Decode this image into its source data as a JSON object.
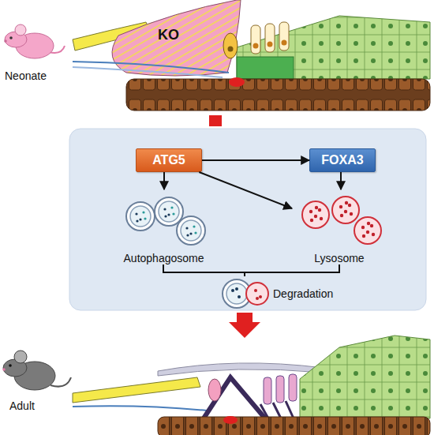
{
  "diagram": {
    "nodes": [
      {
        "text": [
          "ATG5"
        ]
      },
      {
        "text": [
          "FOXA3"
        ]
      },
      {
        "text": [
          "Autophagosome"
        ]
      },
      {
        "text": [
          "Lysosome"
        ]
      },
      {
        "text": [
          "Degradation"
        ]
      }
    ],
    "edges": [
      {
        "from": 0,
        "to": 1,
        "arrow": "to"
      },
      {
        "from": 0,
        "to": 2,
        "arrow": "to"
      },
      {
        "from": 0,
        "to": 3,
        "arrow": "to"
      },
      {
        "from": 1,
        "to": 3,
        "arrow": "to"
      },
      {
        "from": 2,
        "to": 4,
        "arrow": "none"
      },
      {
        "from": 3,
        "to": 4,
        "arrow": "none"
      }
    ],
    "labels": [
      "KO",
      "Neonate",
      "Adult"
    ]
  }
}
